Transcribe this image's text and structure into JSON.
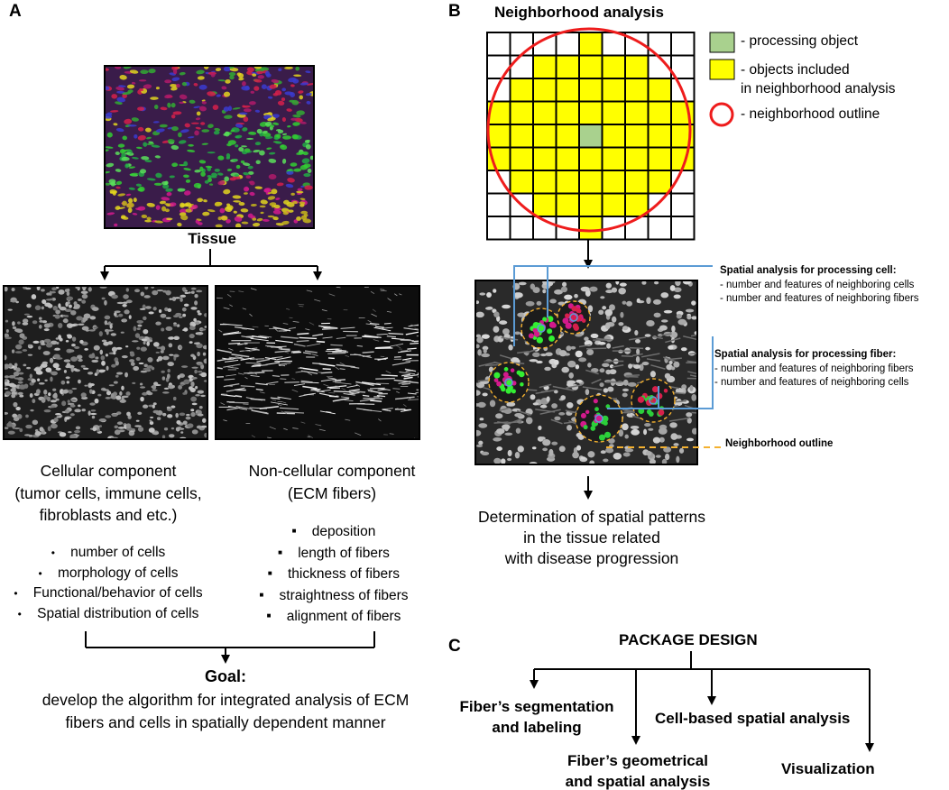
{
  "panel_a": {
    "letter": "A",
    "tissue_label": "Tissue",
    "cellular": {
      "title_lines": [
        "Cellular component",
        "(tumor cells, immune cells,",
        "fibroblasts and etc.)"
      ],
      "items": [
        "number of cells",
        "morphology of cells",
        "Functional/behavior  of cells",
        "Spatial distribution of cells"
      ]
    },
    "noncellular": {
      "title_lines": [
        "Non-cellular component",
        "(ECM fibers)"
      ],
      "items": [
        "deposition",
        "length of fibers",
        "thickness of fibers",
        "straightness of fibers",
        "alignment of fibers"
      ]
    },
    "goal_label": "Goal:",
    "goal_lines": [
      "develop the algorithm for integrated analysis of ECM",
      "fibers and cells in spatially dependent manner"
    ]
  },
  "panel_b": {
    "letter": "B",
    "title": "Neighborhood analysis",
    "legend": {
      "processing": "- processing object",
      "included_lines": [
        "- objects  included",
        "in neighborhood analysis"
      ],
      "outline": "- neighborhood outline"
    },
    "cell_box": {
      "title": "Spatial analysis for processing cell:",
      "lines": [
        "- number and features of neighboring cells",
        "- number and features of neighboring fibers"
      ]
    },
    "fiber_box": {
      "title": "Spatial analysis for processing fiber:",
      "lines": [
        "- number and features of neighboring fibers",
        "- number and features of neighboring cells"
      ]
    },
    "outline_label": "Neighborhood outline",
    "determination_lines": [
      "Determination of spatial patterns",
      "in the tissue related",
      "with disease progression"
    ]
  },
  "panel_c": {
    "letter": "C",
    "title": "PACKAGE DESIGN",
    "nodes": {
      "segmentation": [
        "Fiber’s segmentation",
        "and labeling"
      ],
      "geometrical": [
        "Fiber’s geometrical",
        "and spatial analysis"
      ],
      "cell_based": [
        "Cell-based spatial analysis"
      ],
      "visualization": [
        "Visualization"
      ]
    }
  },
  "colors": {
    "grid_yellow": "#ffff00",
    "processing_green": "#a9d18e",
    "outline_red": "#ee1c1c",
    "connector_blue": "#5b9bd5",
    "outline_orange": "#f4b130",
    "cell_green": "#33ee33",
    "cell_magenta": "#d21a8c",
    "fiber_green": "#2ccf3a",
    "cell_red": "#d6204b",
    "cell_yellow": "#e3d51e"
  }
}
